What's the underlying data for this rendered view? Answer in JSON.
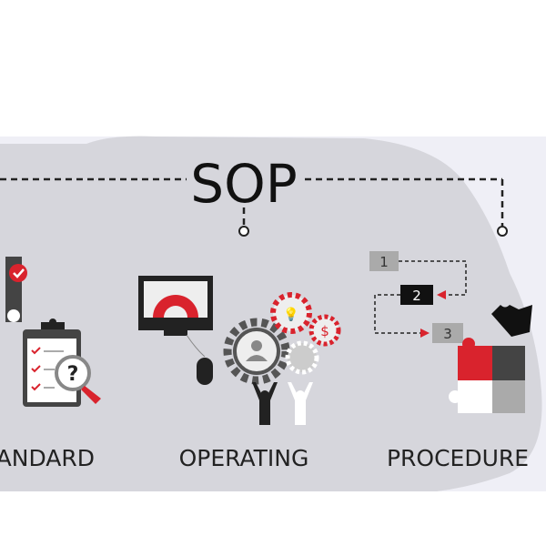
{
  "title": "SOP",
  "labels": [
    "ANDARD",
    "OPERATING",
    "PROCEDURE"
  ],
  "steps": [
    "1",
    "2",
    "3"
  ],
  "colors": {
    "accent": "#d9232d",
    "blob": "#d6d6dc",
    "band": "#efeff6",
    "dark": "#222222"
  }
}
